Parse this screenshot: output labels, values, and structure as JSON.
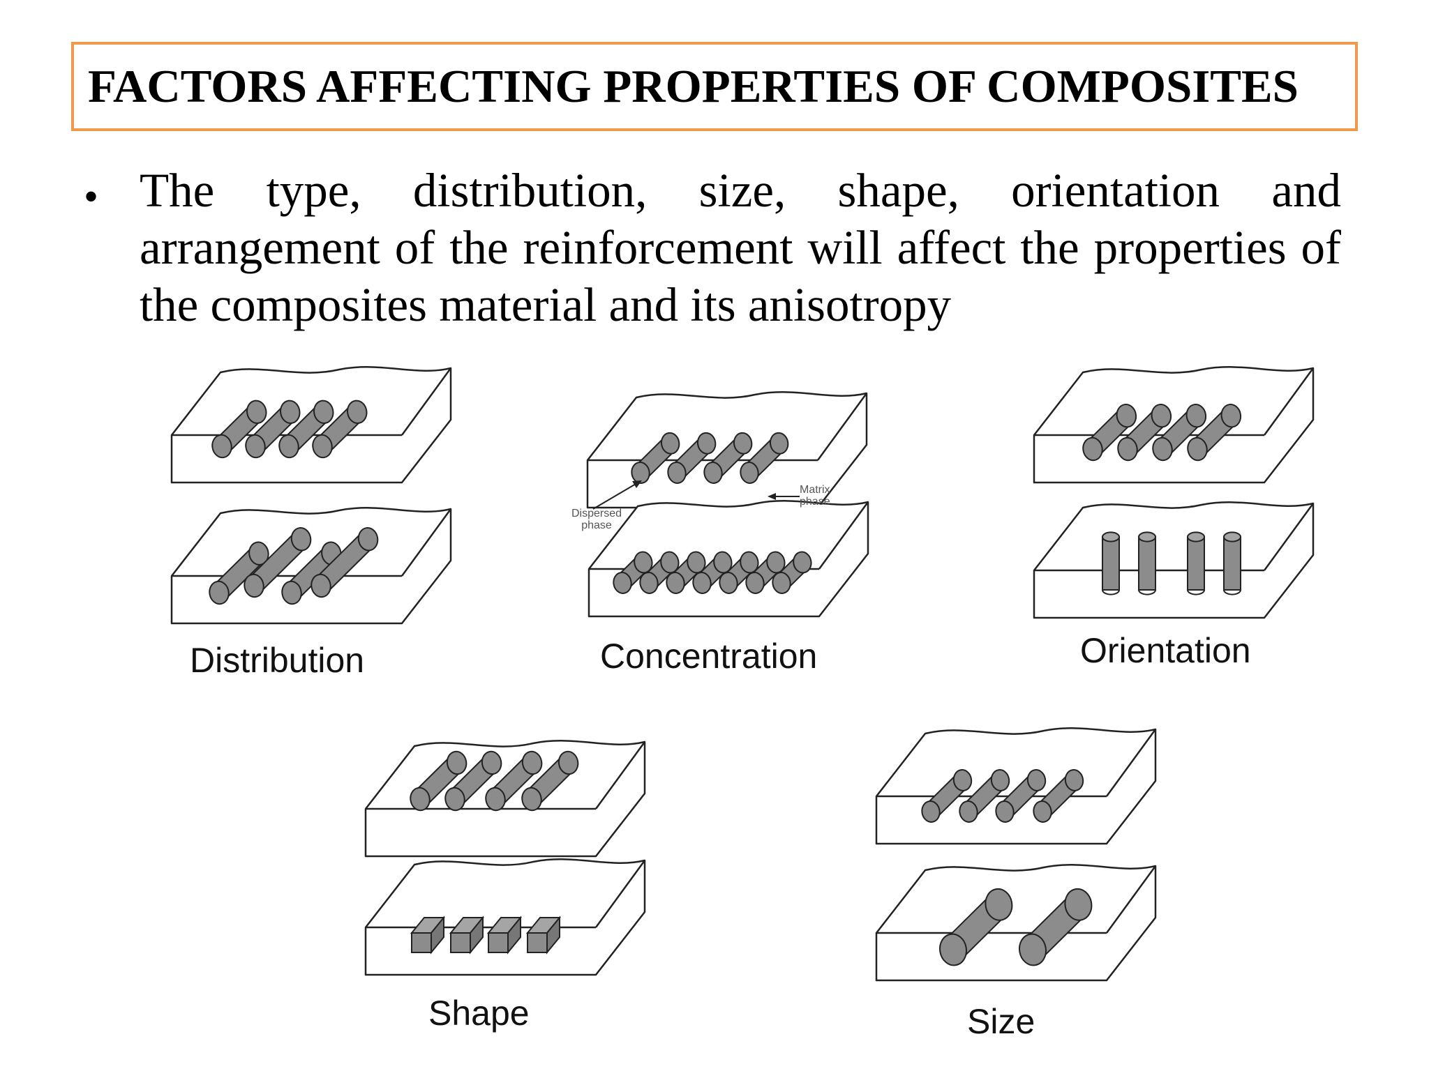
{
  "slide": {
    "title": "FACTORS AFFECTING PROPERTIES OF COMPOSITES",
    "bullet": "The type, distribution, size, shape, orientation and arrangement of the reinforcement will affect the properties of the composites material and its anisotropy"
  },
  "figures": {
    "distribution_label": "Distribution",
    "concentration_label": "Concentration",
    "orientation_label": "Orientation",
    "shape_label": "Shape",
    "size_label": "Size",
    "matrix_phase_callout": "Matrix phase",
    "dispersed_phase_callout": "Dispersed phase"
  },
  "colors": {
    "title_border": "#f0994a",
    "reinforcement_fill": "#8c8c8c",
    "outline": "#222222"
  }
}
